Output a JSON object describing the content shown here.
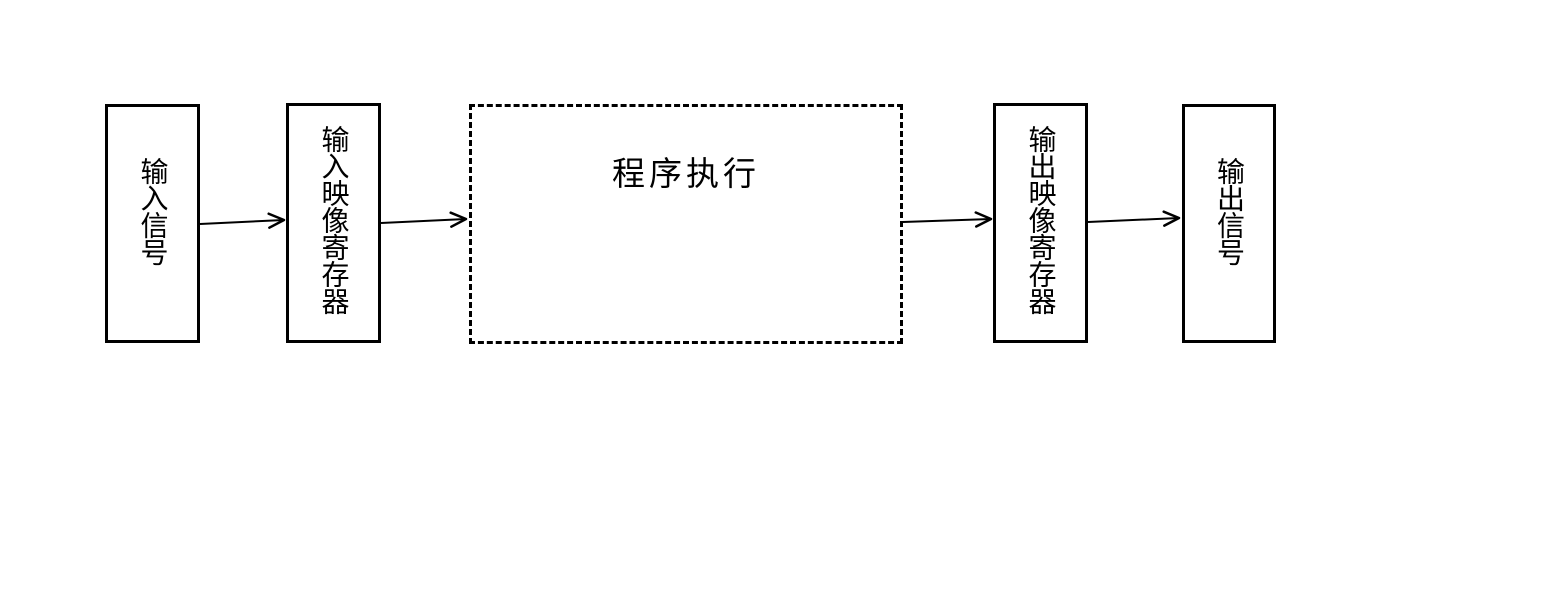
{
  "diagram": {
    "background_color": "#ffffff",
    "stroke_color": "#000000",
    "text_color": "#000000",
    "nodes": [
      {
        "id": "input-signal",
        "label": "输入信号",
        "shape": "rect",
        "border": "solid",
        "text_direction": "vertical"
      },
      {
        "id": "input-image-register",
        "label": "输入映像寄存器",
        "shape": "rect",
        "border": "solid",
        "text_direction": "vertical"
      },
      {
        "id": "program-execution",
        "label": "程序执行",
        "shape": "rect",
        "border": "dashed",
        "text_direction": "horizontal"
      },
      {
        "id": "output-image-register",
        "label": "输出映像寄存器",
        "shape": "rect",
        "border": "solid",
        "text_direction": "vertical"
      },
      {
        "id": "output-signal",
        "label": "输出信号",
        "shape": "rect",
        "border": "solid",
        "text_direction": "vertical"
      }
    ],
    "arrows": [
      {
        "from": "input-signal",
        "to": "input-image-register"
      },
      {
        "from": "input-image-register",
        "to": "program-execution"
      },
      {
        "from": "program-execution",
        "to": "output-image-register"
      },
      {
        "from": "output-image-register",
        "to": "output-signal"
      }
    ]
  }
}
